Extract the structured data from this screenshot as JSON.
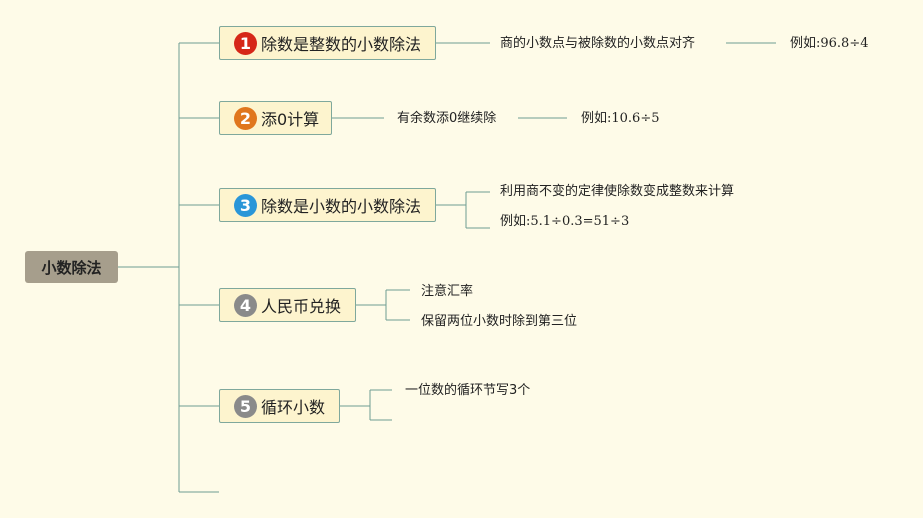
{
  "root": {
    "label": "小数除法"
  },
  "branches": [
    {
      "number": "1",
      "color": "#d62718",
      "label": "除数是整数的小数除法",
      "details": [
        "商的小数点与被除数的小数点对齐",
        "例如:96.8÷4"
      ]
    },
    {
      "number": "2",
      "color": "#e0761d",
      "label": "添0计算",
      "details": [
        "有余数添0继续除",
        "例如:10.6÷5"
      ]
    },
    {
      "number": "3",
      "color": "#2a96d8",
      "label": "除数是小数的小数除法",
      "details": [
        "利用商不变的定律使除数变成整数来计算",
        "例如:5.1÷0.3=51÷3"
      ]
    },
    {
      "number": "4",
      "color": "#8a8a8a",
      "label": "人民币兑换",
      "details": [
        "注意汇率",
        "保留两位小数时除到第三位"
      ]
    },
    {
      "number": "5",
      "color": "#8a8a8a",
      "label": "循环小数",
      "details": [
        "一位数的循环节写3个"
      ]
    }
  ]
}
